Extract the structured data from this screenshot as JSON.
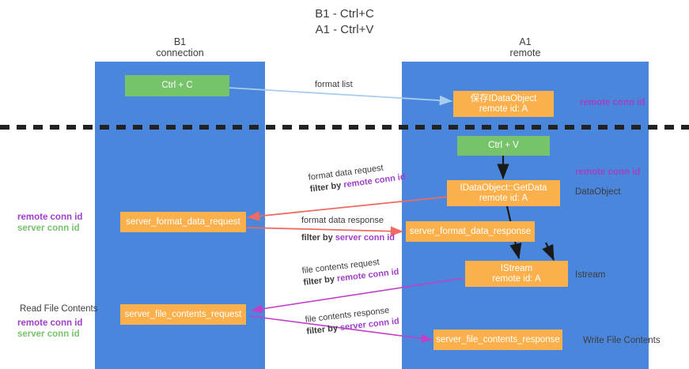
{
  "title": {
    "line1": "B1 - Ctrl+C",
    "line2": "A1 - Ctrl+V"
  },
  "lanes": [
    {
      "name": "B1",
      "sub": "connection"
    },
    {
      "name": "A1",
      "sub": "remote"
    }
  ],
  "nodes": {
    "ctrl_c": {
      "line1": "Ctrl + C"
    },
    "save_idataobject": {
      "line1": "保存IDataObject",
      "line2": "remote id: A"
    },
    "ctrl_v": {
      "line1": "Ctrl + V"
    },
    "getdata": {
      "line1": "IDataObject::GetData",
      "line2": "remote id: A"
    },
    "server_format_data_request": {
      "line1": "server_format_data_request"
    },
    "server_format_data_response": {
      "line1": "server_format_data_response"
    },
    "istream": {
      "line1": "IStream",
      "line2": "remote id: A"
    },
    "server_file_contents_request": {
      "line1": "server_file_contents_request"
    },
    "server_file_contents_response": {
      "line1": "server_file_contents_response"
    }
  },
  "right_labels": {
    "remote_conn_id_top": "remote conn id",
    "remote_conn_id_mid": "remote conn id",
    "dataobject": "DataObject",
    "istream": "Istream",
    "write_file_contents": "Write File Contents"
  },
  "left_labels": {
    "remote_conn_id_1": "remote conn id",
    "server_conn_id_1": "server conn id",
    "read_file_contents": "Read File Contents",
    "remote_conn_id_2": "remote conn id",
    "server_conn_id_2": "server conn id"
  },
  "edges": {
    "format_list": {
      "l1": "format list"
    },
    "format_data_request": {
      "l1": "format data request",
      "l2a": "filter by ",
      "l2b": "remote conn id"
    },
    "format_data_response": {
      "l1": "format data response",
      "l2a": "filter by ",
      "l2b": "server conn id"
    },
    "file_contents_request": {
      "l1": "file contents request",
      "l2a": "filter by ",
      "l2b": "remote conn id"
    },
    "file_contents_response": {
      "l1": "file contents response",
      "l2a": "filter by ",
      "l2b": "server conn id"
    }
  },
  "colors": {
    "lane": "#4a86dc",
    "green_node": "#77c36c",
    "orange_node": "#fbb04c",
    "purple_text": "#a040c8",
    "green_text": "#77c36c",
    "arrow_lightblue": "#a8cdee",
    "arrow_red": "#ef6a60",
    "arrow_magenta": "#c040c8",
    "arrow_black": "#1a1a1a",
    "divider": "#222222"
  }
}
